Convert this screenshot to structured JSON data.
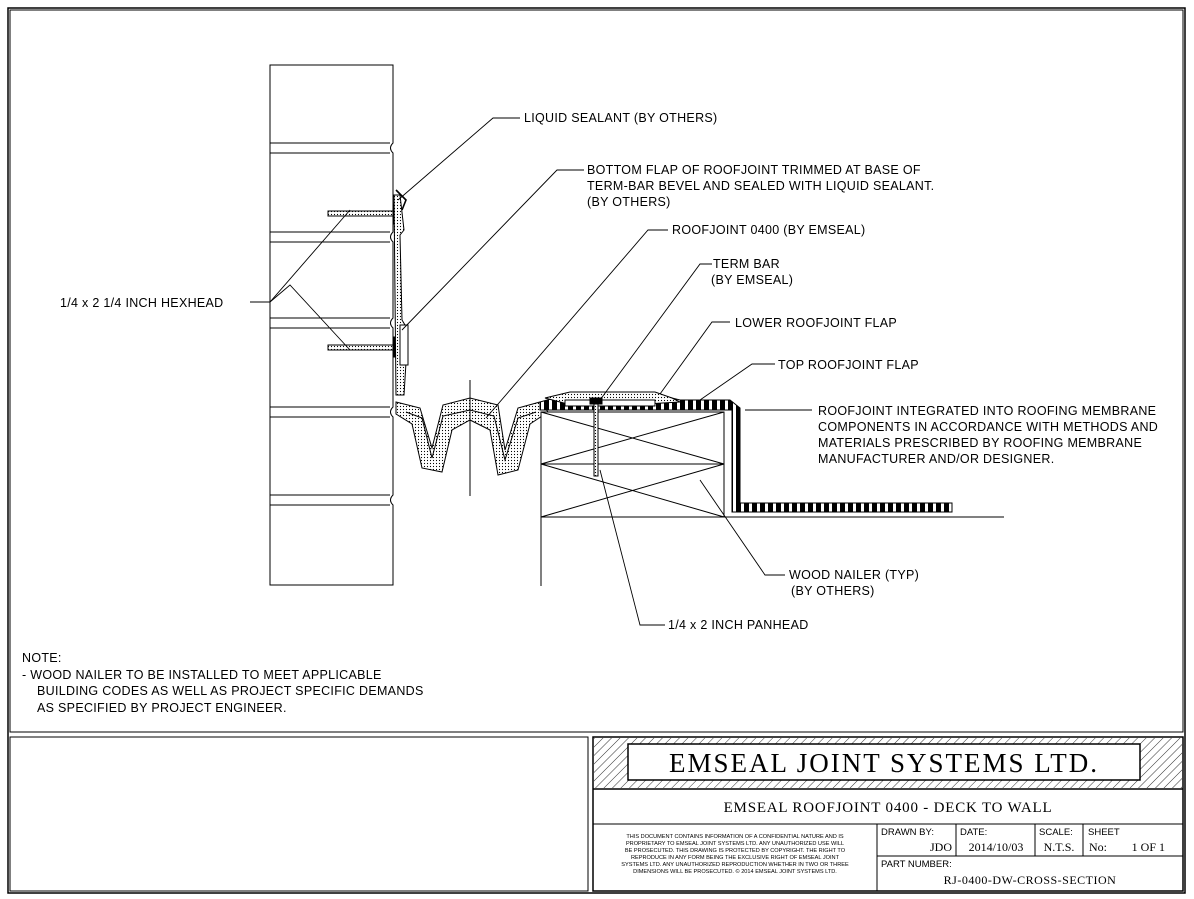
{
  "labels": {
    "liquid_sealant": "LIQUID SEALANT (BY OTHERS)",
    "bottom_flap_1": "BOTTOM FLAP OF ROOFJOINT TRIMMED AT BASE OF",
    "bottom_flap_2": "TERM-BAR BEVEL AND SEALED WITH LIQUID SEALANT.",
    "bottom_flap_3": "(BY OTHERS)",
    "roofjoint": "ROOFJOINT 0400 (BY EMSEAL)",
    "term_bar_1": "TERM BAR",
    "term_bar_2": "(BY EMSEAL)",
    "lower_flap": "LOWER ROOFJOINT FLAP",
    "top_flap": "TOP ROOFJOINT FLAP",
    "integrated_1": "ROOFJOINT INTEGRATED INTO ROOFING MEMBRANE",
    "integrated_2": "COMPONENTS IN ACCORDANCE WITH METHODS AND",
    "integrated_3": "MATERIALS PRESCRIBED BY ROOFING MEMBRANE",
    "integrated_4": "MANUFACTURER AND/OR DESIGNER.",
    "hexhead": "1/4 x 2 1/4 INCH HEXHEAD",
    "wood_nailer_1": "WOOD NAILER (TYP)",
    "wood_nailer_2": "(BY OTHERS)",
    "panhead": "1/4 x 2 INCH PANHEAD"
  },
  "note": {
    "title": "NOTE:",
    "line1": "- WOOD NAILER TO BE INSTALLED TO MEET APPLICABLE",
    "line2": "BUILDING CODES AS WELL AS PROJECT SPECIFIC DEMANDS",
    "line3": "AS SPECIFIED BY PROJECT ENGINEER."
  },
  "title_block": {
    "company": "EMSEAL JOINT SYSTEMS LTD.",
    "drawing_title": "EMSEAL ROOFJOINT 0400 - DECK TO WALL",
    "disclaimer": [
      "THIS DOCUMENT CONTAINS INFORMATION OF A CONFIDENTIAL NATURE AND IS",
      "PROPRIETARY TO EMSEAL JOINT SYSTEMS LTD. ANY UNAUTHORIZED USE WILL",
      "BE PROSECUTED. THIS DRAWING IS PROTECTED BY COPYRIGHT. THE RIGHT TO",
      "REPRODUCE IN ANY FORM BEING THE EXCLUSIVE RIGHT OF EMSEAL JOINT",
      "SYSTEMS LTD. ANY UNAUTHORIZED REPRODUCTION WHETHER IN TWO OR THREE",
      "DIMENSIONS WILL BE PROSECUTED. © 2014 EMSEAL JOINT SYSTEMS LTD."
    ],
    "drawn_by_label": "DRAWN BY:",
    "drawn_by": "JDO",
    "date_label": "DATE:",
    "date": "2014/10/03",
    "scale_label": "SCALE:",
    "scale": "N.T.S.",
    "sheet_label": "SHEET",
    "sheet_no_label": "No:",
    "sheet": "1 OF 1",
    "part_number_label": "PART NUMBER:",
    "part_number": "RJ-0400-DW-CROSS-SECTION"
  }
}
